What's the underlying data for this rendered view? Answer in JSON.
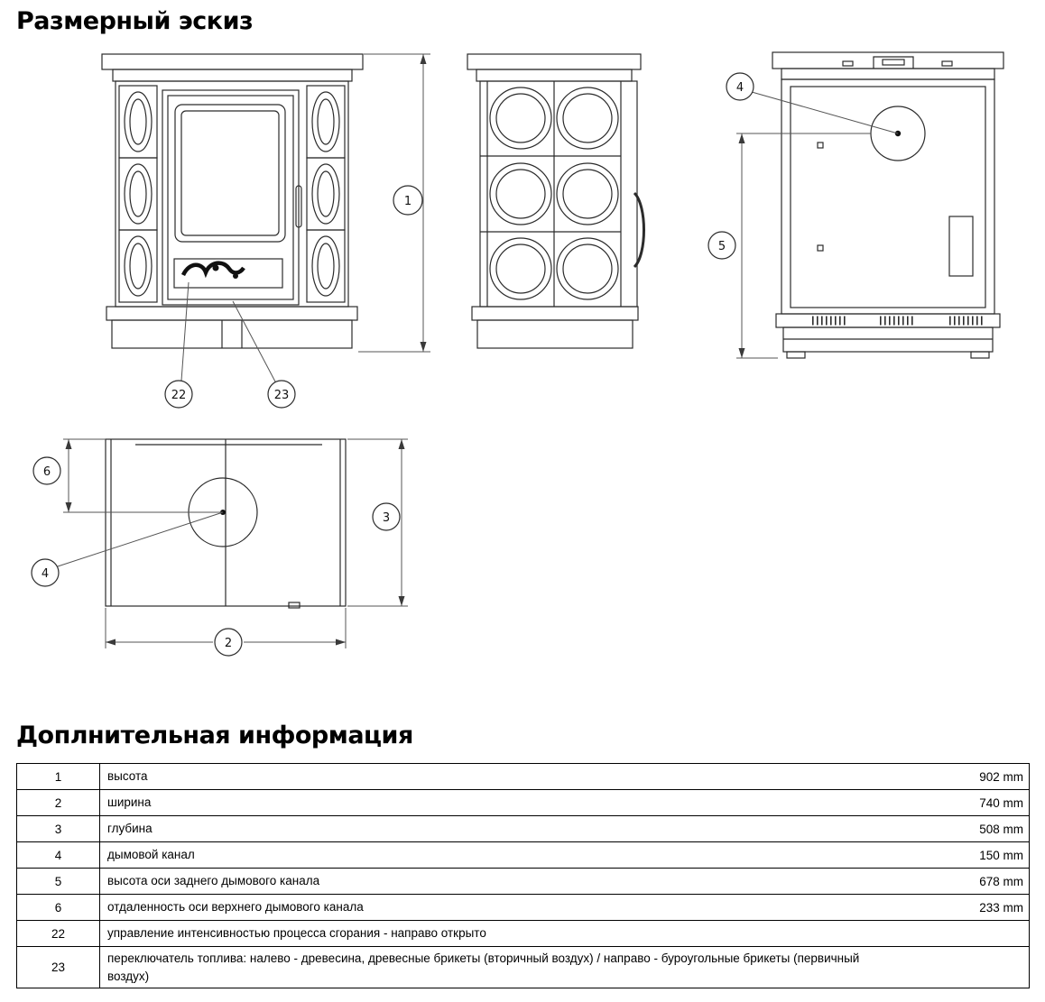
{
  "page": {
    "title": "Размерный эскиз",
    "info_title": "Доплнительная информация"
  },
  "callouts": {
    "height": "1",
    "width": "2",
    "depth": "3",
    "flue_back": "4",
    "flue_top": "4",
    "back_axis": "5",
    "top_axis_offset": "6",
    "combustion_control": "22",
    "fuel_switch": "23"
  },
  "table": {
    "rows": [
      {
        "num": "1",
        "desc": "высота",
        "value": "902 mm"
      },
      {
        "num": "2",
        "desc": "ширина",
        "value": "740 mm"
      },
      {
        "num": "3",
        "desc": "глубина",
        "value": "508 mm"
      },
      {
        "num": "4",
        "desc": "дымовой канал",
        "value": "150 mm"
      },
      {
        "num": "5",
        "desc": "высота оси заднего дымового канала",
        "value": "678 mm"
      },
      {
        "num": "6",
        "desc": "отдаленность оси верхнего дымового канала",
        "value": "233 mm"
      },
      {
        "num": "22",
        "desc": "управление интенсивностью процесса сгорания - направо открыто",
        "value": ""
      },
      {
        "num": "23",
        "desc": "переключатель топлива: налево - древесина, древесные брикеты (вторичный воздух) / направо - буроугольные брикеты (первичный воздух)",
        "value": ""
      }
    ]
  }
}
